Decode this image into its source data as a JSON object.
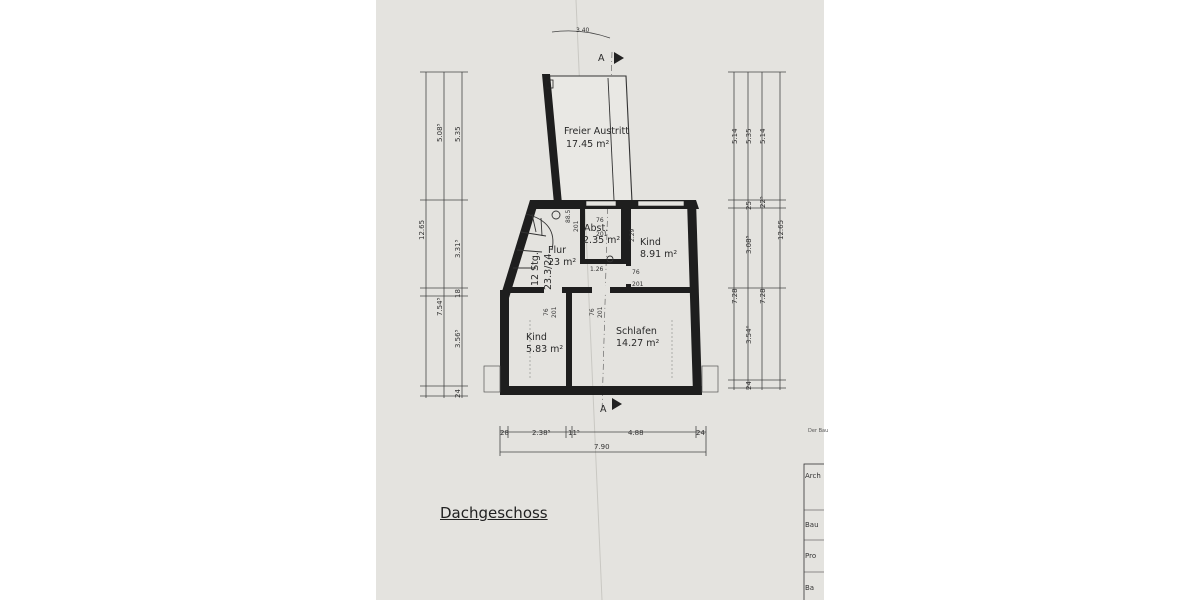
{
  "drawing": {
    "title": "Dachgeschoss",
    "rooms": [
      {
        "name": "Freier Austritt",
        "area": "17.45 m²"
      },
      {
        "name": "Abst.",
        "area": "2.35 m²"
      },
      {
        "name": "Kind",
        "area": "8.91 m²"
      },
      {
        "name": "Flur",
        "area": "23 m²"
      },
      {
        "name": "Kind",
        "area": "5.83 m²"
      },
      {
        "name": "Schlafen",
        "area": "14.27 m²"
      }
    ],
    "stairs": "12 Stg.",
    "stairs_spec": "23.3/24",
    "section_marker": "A",
    "dimensions": {
      "top": "3.40",
      "left_outer": "12.65",
      "left_upper": "5.08⁵",
      "left_upper_inner": "5.35",
      "left_mid": "3.31⁵",
      "left_mid_inner": "7.54⁵",
      "left_gap": "18",
      "left_lower": "3.56⁵",
      "left_bottom": "24",
      "right_a": "5.14",
      "right_b": "5.35",
      "right_c": "5.14",
      "right_outer": "12.65",
      "right_gap_a": "25",
      "right_gap_b": "22⁵",
      "right_mid": "3.08⁵",
      "right_lower_a": "7.28",
      "right_lower_b": "7.28",
      "right_inner": "3.54⁰",
      "right_bottom": "24",
      "bottom_left_wall": "28",
      "bottom_left": "2.38⁵",
      "bottom_mid": "11⁵",
      "bottom_right": "4.88",
      "bottom_right_wall": "24",
      "bottom_total": "7.90",
      "door_a": "76",
      "door_b": "201",
      "door_c": "88.5",
      "door_d": "201",
      "door_e": "2.29",
      "door_f": "1.26",
      "door_g": "76",
      "door_h": "201",
      "door_i": "76",
      "door_j": "201",
      "door_k": "76",
      "door_l": "201"
    },
    "title_block_fragment": "Der Bau",
    "title_block": [
      "Arch",
      "Bau",
      "Pro",
      "Ba"
    ]
  }
}
